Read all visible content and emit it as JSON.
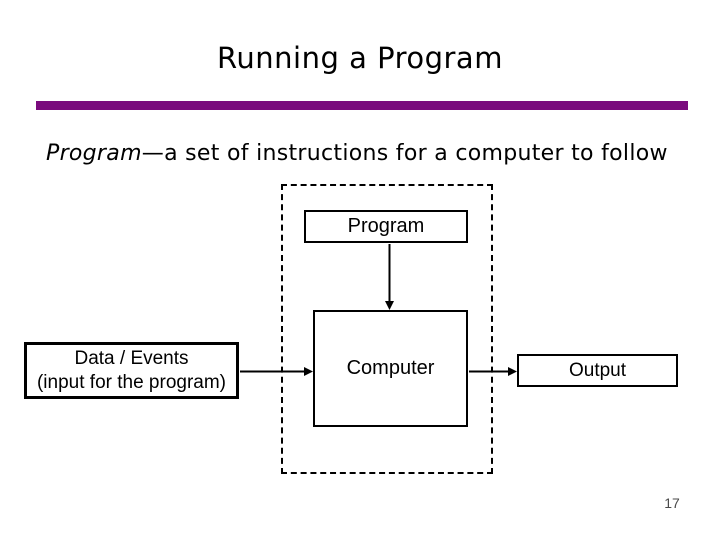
{
  "slide": {
    "title": "Running a Program",
    "subtitle": {
      "term": "Program",
      "rest": "—a set of instructions for a computer to follow"
    },
    "page_number": "17",
    "colors": {
      "divider": "#7A0B7D",
      "text": "#000000",
      "page_number": "#4A4A4A"
    }
  },
  "diagram": {
    "program_label": "Program",
    "computer_label": "Computer",
    "input_line1": "Data / Events",
    "input_line2": "(input for the program)",
    "output_label": "Output",
    "flow": [
      "Program -> Computer",
      "Data / Events -> Computer",
      "Computer -> Output"
    ]
  }
}
